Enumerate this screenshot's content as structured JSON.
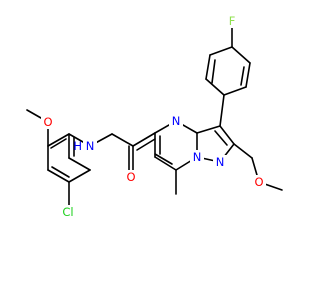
{
  "molecule": {
    "atom_labels": {
      "f": "F",
      "n_pyrimidine": "N",
      "n_bridge": "N",
      "n_pyrazole": "N",
      "o_methoxymethyl": "O",
      "o_amide": "O",
      "n_amide": "N",
      "h_amide": "H",
      "o_methoxy": "O",
      "cl": "Cl"
    },
    "colors": {
      "bond": "#000000",
      "nitrogen": "#0000ff",
      "oxygen": "#ff0000",
      "fluorine": "#90e050",
      "chlorine": "#1fd01f"
    }
  }
}
